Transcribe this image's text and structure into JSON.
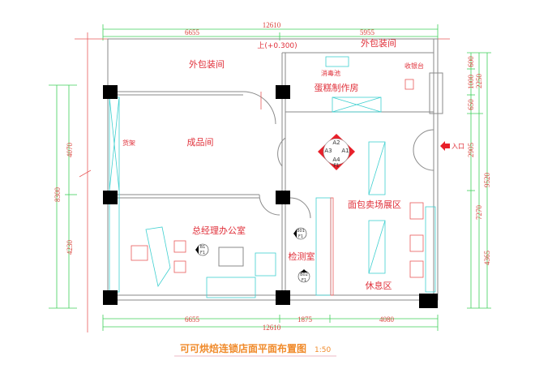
{
  "title": "可可烘焙连锁店面平面布置图",
  "scale": "1:50",
  "level_note": "上(+0.300)",
  "rooms": {
    "outer_pack_right": "外包装间",
    "outer_pack_left": "外包装间",
    "disinfection_pool": "消毒池",
    "cashier": "收银台",
    "cake_room": "蛋糕制作房",
    "finished_goods": "成品间",
    "shelf": "货架",
    "bread_sales": "面包卖场展区",
    "gm_office": "总经理办公室",
    "inspection": "检测室",
    "rest_area": "休息区",
    "entrance": "入口"
  },
  "dims": {
    "top_total": "12610",
    "top_left": "6655",
    "top_right": "5955",
    "bottom_left": "6655",
    "bottom_mid": "1875",
    "bottom_right": "4080",
    "bottom_total": "12610",
    "left_upper": "4070",
    "left_total": "8300",
    "left_lower": "4230",
    "right_600": "600",
    "right_1000": "1000",
    "right_650": "650",
    "right_2250": "2250",
    "right_2905": "2905",
    "right_9520": "9520",
    "right_7270": "7270",
    "right_4365": "4365"
  },
  "markers": {
    "compass": {
      "top": "A2",
      "left": "A3",
      "right": "A1",
      "bottom": "A4",
      "floor": "F1"
    },
    "office": {
      "code": "B1",
      "floor": "F1"
    },
    "inspection_1": {
      "code": "B01",
      "floor": "F1"
    },
    "inspection_2": {
      "code": "B02",
      "floor": "F1"
    }
  },
  "colors": {
    "dimension_line": "#3fcf5a",
    "label": "#e0303a",
    "title": "#f08a2a",
    "furniture": "#3fd0d0"
  }
}
